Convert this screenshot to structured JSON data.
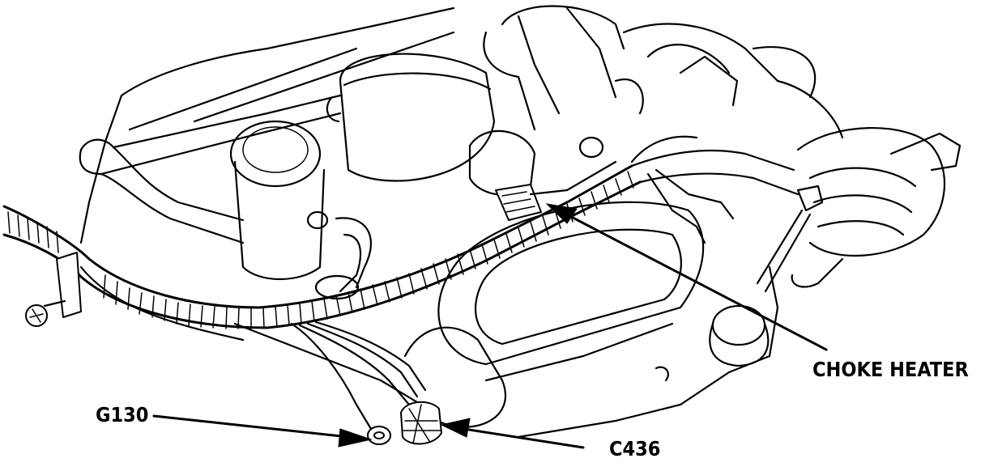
{
  "labels": {
    "choke_heater": "CHOKE HEATER",
    "g130": "G130",
    "c436": "C436"
  }
}
